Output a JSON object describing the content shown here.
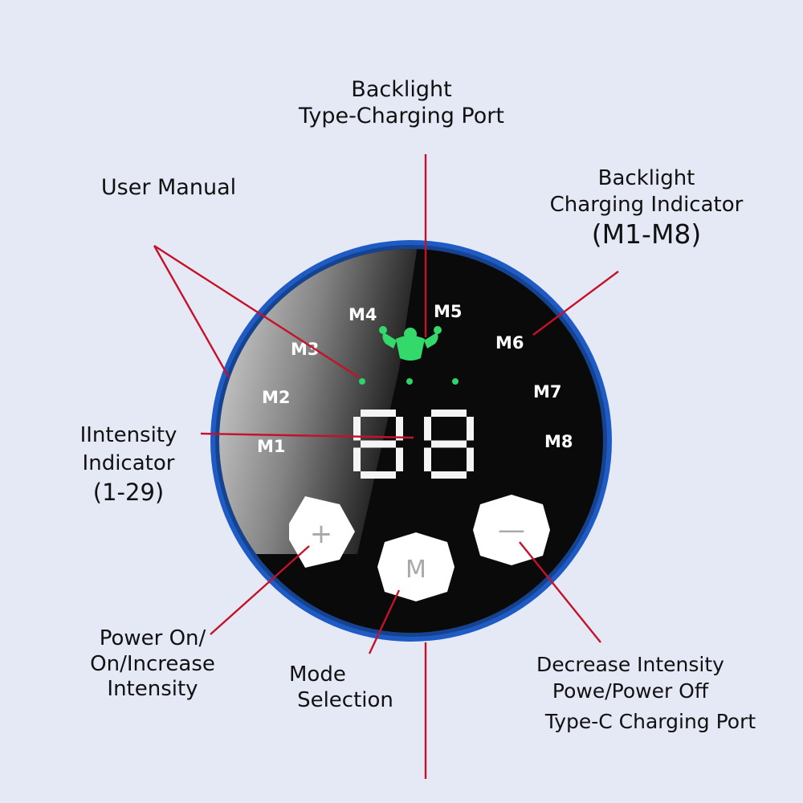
{
  "callouts": {
    "top_port": {
      "lines": [
        "Backlight",
        "Type-Charging Port"
      ]
    },
    "user_manual": {
      "lines": [
        "User Manual"
      ]
    },
    "charging_indicator": {
      "lines": [
        "Backlight",
        "Charging Indicator",
        "(M1-M8)"
      ]
    },
    "intensity_indicator": {
      "lines": [
        "IIntensity",
        "Indicator",
        "(1-29)"
      ]
    },
    "power_on": {
      "lines": [
        "Power On/",
        "On/Increase",
        "Intensity"
      ]
    },
    "mode_selection": {
      "lines": [
        "Mode",
        "Selection"
      ]
    },
    "decrease": {
      "lines": [
        "Decrease Intensity",
        "Powe/Power Off",
        "Type-C Charging Port"
      ]
    }
  },
  "device": {
    "modes": [
      "M1",
      "M2",
      "M3",
      "M4",
      "M5",
      "M6",
      "M7",
      "M8"
    ],
    "display_digits": "88",
    "buttons": {
      "plus": "+",
      "mode": "M",
      "minus": "—"
    },
    "colors": {
      "ring": "#1f5bc4",
      "screen": "#0a0a0a",
      "indicator_dot": "#2ed36a",
      "leader_line": "#c41228",
      "button_fill": "#ffffff"
    },
    "icon": "muscle-man-icon"
  }
}
